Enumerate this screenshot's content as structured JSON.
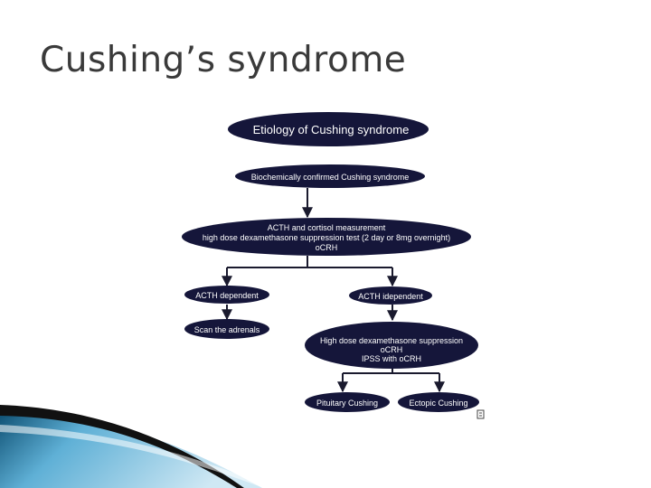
{
  "slide": {
    "title": "Cushing’s syndrome"
  },
  "colors": {
    "node_fill": "#15163a",
    "node_text": "#ffffff",
    "connector": "#1a1a2e",
    "title_text": "#3a3a3a",
    "wave_dark": "#0d4f72",
    "wave_light": "#5fb0d6"
  },
  "flowchart": {
    "nodes": [
      {
        "id": "etiology",
        "label": "Etiology of Cushing syndrome"
      },
      {
        "id": "confirmed",
        "label": "Biochemically confirmed Cushing syndrome"
      },
      {
        "id": "measurement",
        "lines": [
          "ACTH and cortisol measurement",
          "high dose dexamethasone suppression test (2 day or 8mg overnight)",
          "oCRH"
        ]
      },
      {
        "id": "dependent",
        "label": "ACTH dependent"
      },
      {
        "id": "independent",
        "label": "ACTH idependent"
      },
      {
        "id": "scan",
        "label": "Scan the adrenals"
      },
      {
        "id": "hdds",
        "lines": [
          "High dose dexamethasone suppression",
          "oCRH",
          "IPSS with oCRH"
        ]
      },
      {
        "id": "pituitary",
        "label": "Pituitary Cushing"
      },
      {
        "id": "ectopic",
        "label": "Ectopic Cushing"
      }
    ],
    "edges": [
      {
        "from": "confirmed",
        "to": "measurement"
      },
      {
        "from": "measurement",
        "to": "dependent"
      },
      {
        "from": "measurement",
        "to": "independent"
      },
      {
        "from": "dependent",
        "to": "scan"
      },
      {
        "from": "independent",
        "to": "hdds"
      },
      {
        "from": "hdds",
        "to": "pituitary"
      },
      {
        "from": "hdds",
        "to": "ectopic"
      }
    ]
  }
}
